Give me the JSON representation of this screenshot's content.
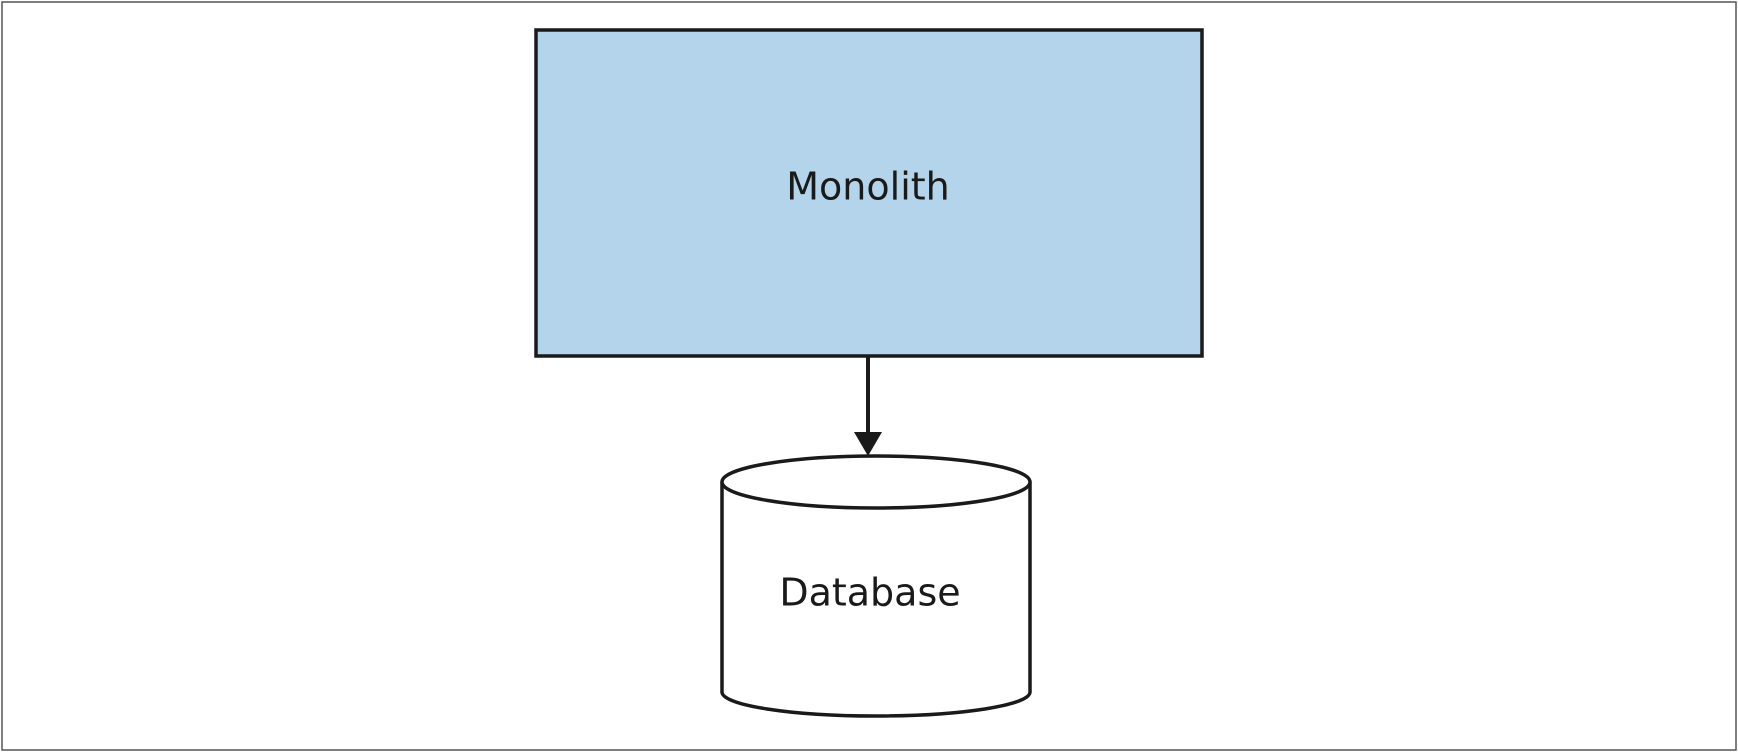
{
  "nodes": {
    "monolith": {
      "label": "Monolith",
      "fill": "#b3d4ea"
    },
    "database": {
      "label": "Database",
      "fill": "#ffffff"
    }
  },
  "edges": [
    {
      "from": "monolith",
      "to": "database"
    }
  ],
  "colors": {
    "stroke": "#1a1a1a",
    "background": "#ffffff",
    "frame": "#555555"
  }
}
